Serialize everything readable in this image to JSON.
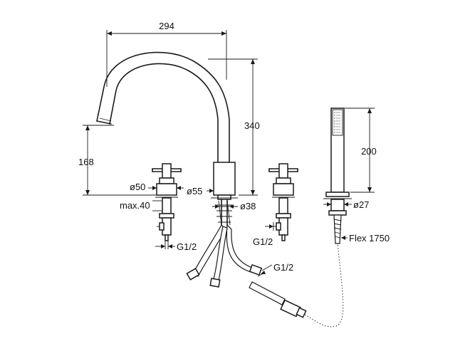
{
  "dimensions": {
    "spout_reach": "294",
    "spout_height": "340",
    "spout_outlet_height": "168",
    "handle_base_diameter": "ø50",
    "body_diameter": "ø55",
    "mount_hole_diameter": "ø38",
    "max_deck_thickness": "max.40",
    "left_connection": "G1/2",
    "right_connection": "G1/2",
    "hose_connection": "G1/2",
    "handshower_height": "200",
    "handshower_base_diameter": "ø27",
    "flex_hose_length": "Flex 1750"
  },
  "colors": {
    "line": "#1a1a1a",
    "background": "#ffffff"
  }
}
